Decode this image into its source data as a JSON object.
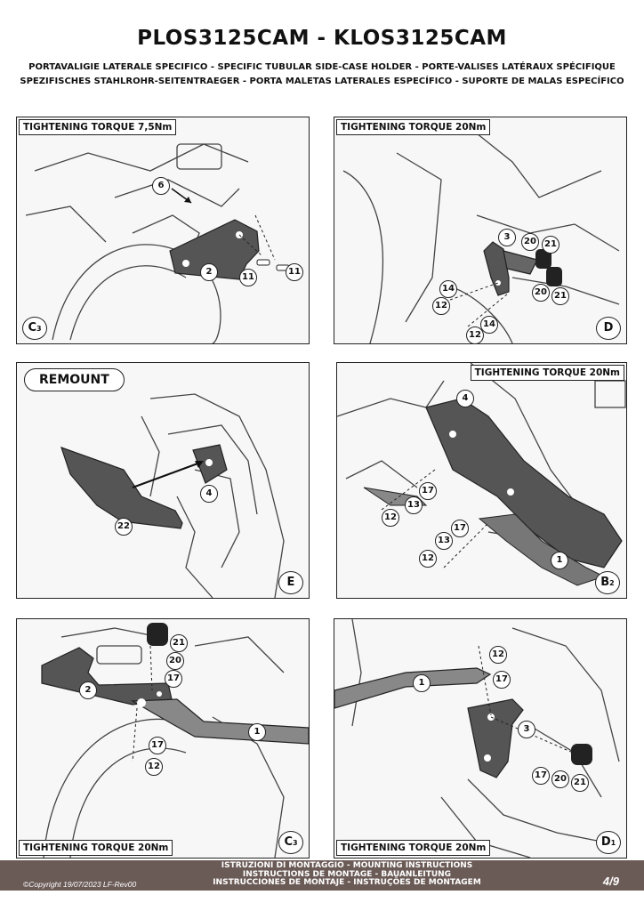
{
  "header": {
    "title": "PLOS3125CAM - KLOS3125CAM",
    "subtitle_line1": "PORTAVALIGIE LATERALE SPECIFICO  -  SPECIFIC TUBULAR SIDE-CASE HOLDER  - PORTE-VALISES LATÉRAUX SPÉCIFIQUE",
    "subtitle_line2": "SPEZIFISCHES STAHLROHR-SEITENTRAEGER - PORTA MALETAS LATERALES ESPECÍFICO - SUPORTE DE MALAS ESPECÍFICO"
  },
  "panels": {
    "c3_top": {
      "torque": "TIGHTENING TORQUE 7,5Nm",
      "label": "C",
      "label_sub": "3",
      "callouts": [
        "6",
        "2",
        "11",
        "11"
      ]
    },
    "d": {
      "torque": "TIGHTENING TORQUE 20Nm",
      "label": "D",
      "callouts": [
        "3",
        "20",
        "21",
        "14",
        "12",
        "20",
        "21",
        "14",
        "12"
      ]
    },
    "e": {
      "remount": "REMOUNT",
      "label": "E",
      "callouts": [
        "4",
        "22"
      ]
    },
    "b2": {
      "torque": "TIGHTENING TORQUE 20Nm",
      "label": "B",
      "label_sub": "2",
      "callouts": [
        "4",
        "17",
        "13",
        "12",
        "17",
        "13",
        "12",
        "1"
      ]
    },
    "c3_bottom": {
      "torque": "TIGHTENING TORQUE 20Nm",
      "label": "C",
      "label_sub": "3",
      "callouts": [
        "21",
        "20",
        "17",
        "2",
        "1",
        "17",
        "12"
      ]
    },
    "d1": {
      "torque": "TIGHTENING TORQUE 20Nm",
      "label": "D",
      "label_sub": "1",
      "callouts": [
        "12",
        "1",
        "17",
        "3",
        "17",
        "20",
        "21"
      ]
    }
  },
  "footer": {
    "line1": "ISTRUZIONI DI MONTAGGIO  -  MOUNTING INSTRUCTIONS",
    "line2": "INSTRUCTIONS DE MONTAGE - BAUANLEITUNG",
    "line3": "INSTRUCCIONES DE MONTAJE - INSTRUÇÕES DE MONTAGEM",
    "copyright": "©Copyright 19/07/2023 LF-Rev00",
    "page": "4/9"
  },
  "colors": {
    "part_fill": "#555555",
    "footer_bg": "#6b5b57",
    "background": "#ffffff"
  }
}
